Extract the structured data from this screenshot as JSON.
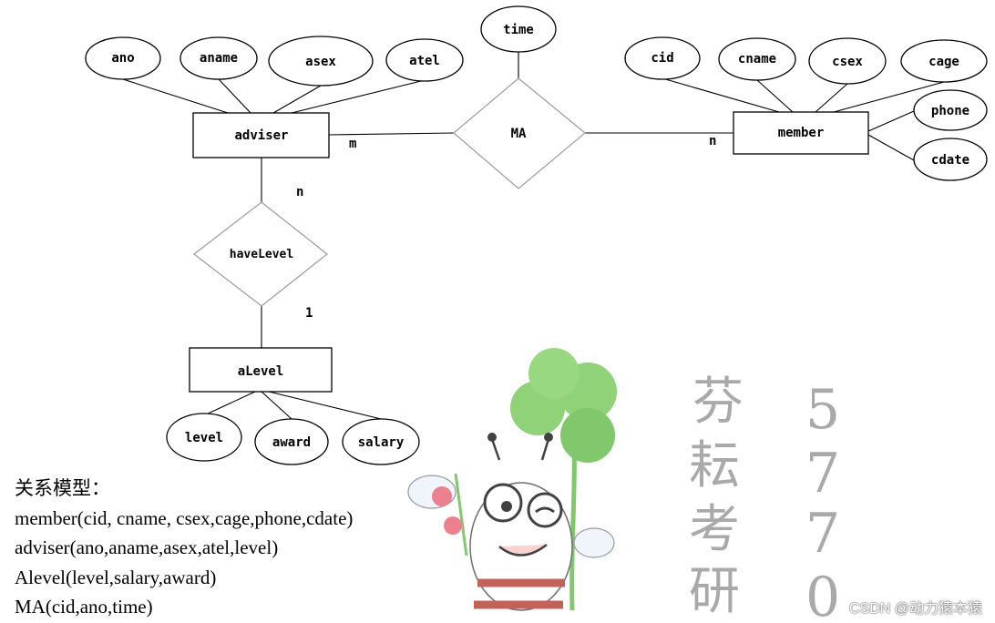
{
  "entities": [
    {
      "id": "adviser",
      "label": "adviser"
    },
    {
      "id": "member",
      "label": "member"
    },
    {
      "id": "alevel",
      "label": "aLevel"
    }
  ],
  "relationships": [
    {
      "id": "ma",
      "label": "MA"
    },
    {
      "id": "havelevel",
      "label": "haveLevel"
    }
  ],
  "attributes": [
    {
      "id": "ano",
      "label": "ano",
      "owner": "adviser"
    },
    {
      "id": "aname",
      "label": "aname",
      "owner": "adviser"
    },
    {
      "id": "asex",
      "label": "asex",
      "owner": "adviser"
    },
    {
      "id": "atel",
      "label": "atel",
      "owner": "adviser"
    },
    {
      "id": "time",
      "label": "time",
      "owner": "ma"
    },
    {
      "id": "cid",
      "label": "cid",
      "owner": "member"
    },
    {
      "id": "cname",
      "label": "cname",
      "owner": "member"
    },
    {
      "id": "csex",
      "label": "csex",
      "owner": "member"
    },
    {
      "id": "cage",
      "label": "cage",
      "owner": "member"
    },
    {
      "id": "phone",
      "label": "phone",
      "owner": "member"
    },
    {
      "id": "cdate",
      "label": "cdate",
      "owner": "member"
    },
    {
      "id": "level",
      "label": "level",
      "owner": "alevel"
    },
    {
      "id": "award",
      "label": "award",
      "owner": "alevel"
    },
    {
      "id": "salary",
      "label": "salary",
      "owner": "alevel"
    }
  ],
  "cardinalities": {
    "adviser_ma": "m",
    "member_ma": "n",
    "adviser_havelevel": "n",
    "alevel_havelevel": "1"
  },
  "relational_model": {
    "heading": "关系模型：",
    "lines": [
      "member(cid, cname, csex,cage,phone,cdate)",
      "adviser(ano,aname,asex,atel,level)",
      "Alevel(level,salary,award)",
      "MA(cid,ano,time)"
    ]
  },
  "watermark": {
    "chars": [
      "芬",
      "耘",
      "考",
      "研"
    ],
    "digits": [
      "5",
      "7",
      "7",
      "0"
    ],
    "mascot": "clover-bee-mascot"
  },
  "footer": {
    "credit": "CSDN @动力猿本猿"
  },
  "colors": {
    "line": "#000000",
    "diamond": "#9a9a9a",
    "watermark": "#8d8d8d",
    "clover": "#6cbf54"
  }
}
